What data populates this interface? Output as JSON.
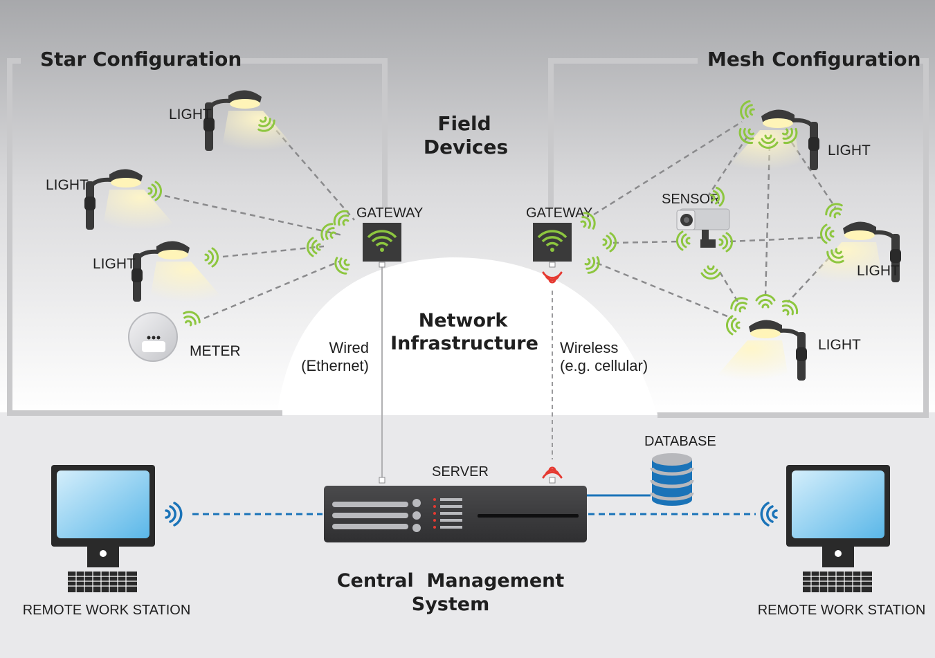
{
  "sections": {
    "star_title": "Star Configuration",
    "mesh_title": "Mesh Configuration",
    "field_devices_line1": "Field",
    "field_devices_line2": "Devices",
    "network_line1": "Network",
    "network_line2": "Infrastructure",
    "cms_line1": "Central  Management",
    "cms_line2": "System"
  },
  "star": {
    "light_label": "LIGHT",
    "meter_label": "METER",
    "gateway_label": "GATEWAY"
  },
  "mesh": {
    "light_label": "LIGHT",
    "sensor_label": "SENSOR",
    "gateway_label": "GATEWAY"
  },
  "links": {
    "wired_line1": "Wired",
    "wired_line2": "(Ethernet)",
    "wireless_line1": "Wireless",
    "wireless_line2": "(e.g. cellular)"
  },
  "cms": {
    "server_label": "SERVER",
    "database_label": "DATABASE",
    "workstation_left_label": "REMOTE WORK STATION",
    "workstation_right_label": "REMOTE WORK STATION"
  },
  "colors": {
    "signal_green": "#8dc63f",
    "signal_red": "#e53a32",
    "link_blue": "#1a73b8",
    "screen_blue": "#8ccff0",
    "device_dark": "#3a3a3a",
    "gray_frame": "#c9c9cb",
    "bottom_band": "#e9e9eb"
  }
}
